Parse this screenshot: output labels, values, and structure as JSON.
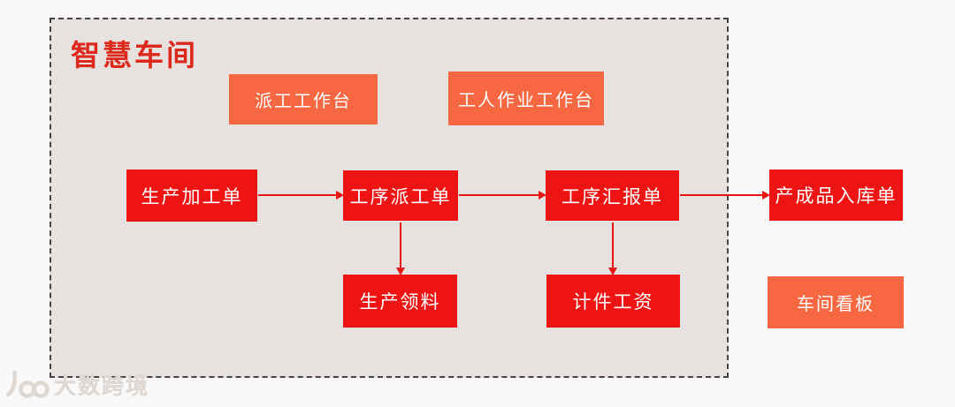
{
  "page": {
    "background": "#f9f9f9"
  },
  "panel": {
    "background": "#e7e2e0",
    "border_color": "#474340",
    "border_style": "dashed"
  },
  "colors": {
    "flow_node_red": "#ee1414",
    "workbench_orange": "#f76742",
    "title_red": "#dc291c",
    "arrow_red": "#e81414",
    "node_text": "#ffffff"
  },
  "diagram": {
    "title": "智慧车间",
    "workbenches": [
      {
        "label": "派工工作台"
      },
      {
        "label": "工人作业工作台"
      }
    ],
    "flow_nodes": [
      {
        "label": "生产加工单"
      },
      {
        "label": "工序派工单"
      },
      {
        "label": "工序汇报单"
      },
      {
        "label": "产成品入库单"
      },
      {
        "label": "生产领料"
      },
      {
        "label": "计件工资"
      }
    ],
    "kanban_label": "车间看板",
    "edges": [
      {
        "from": "生产加工单",
        "to": "工序派工单"
      },
      {
        "from": "工序派工单",
        "to": "工序汇报单"
      },
      {
        "from": "工序汇报单",
        "to": "产成品入库单"
      },
      {
        "from": "工序派工单",
        "to": "生产领料"
      },
      {
        "from": "工序汇报单",
        "to": "计件工资"
      }
    ]
  },
  "watermark": {
    "logo": "100-logo",
    "text": "大数跨境"
  }
}
